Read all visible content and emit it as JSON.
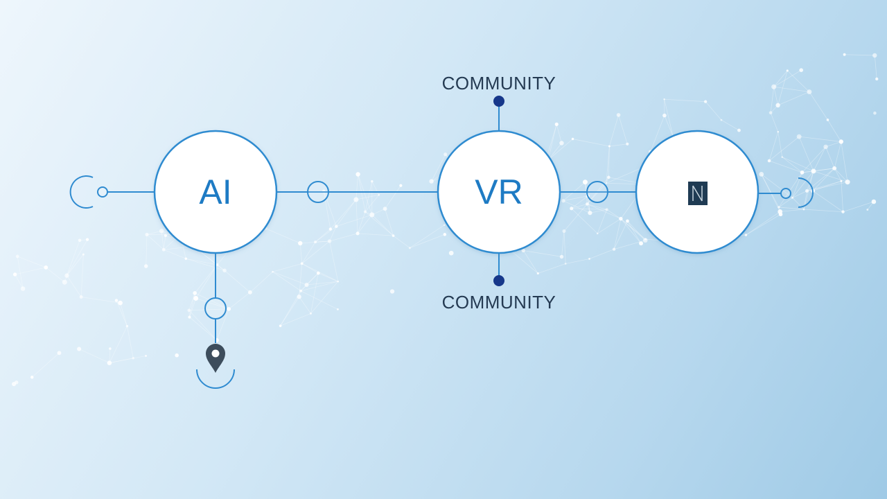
{
  "nodes": {
    "ai": {
      "label": "AI"
    },
    "vr": {
      "label": "VR"
    },
    "third": {
      "icon": "square-logo-icon"
    }
  },
  "captions": {
    "top": "COMMUNITY",
    "bottom": "COMMUNITY"
  },
  "icons": {
    "location": "location-pin-icon"
  },
  "colors": {
    "accent": "#1e7bc4",
    "line": "#2f8bd0",
    "dot": "#16378a",
    "logo": "#1f3b53",
    "caption": "#243a52"
  }
}
